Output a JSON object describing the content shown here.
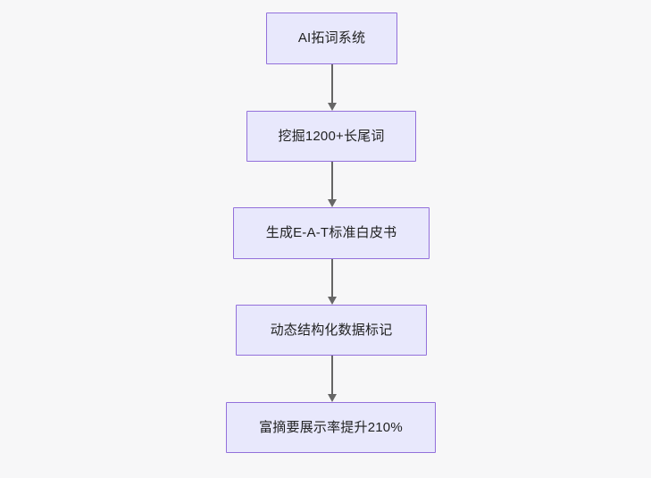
{
  "diagram": {
    "type": "flowchart",
    "direction": "top-to-bottom",
    "background_color": "#f7f7f8",
    "node_fill_color": "#e8e8fc",
    "node_border_color": "#9370db",
    "node_text_color": "#1f2020",
    "edge_color": "#666666",
    "nodes": [
      {
        "id": "n1",
        "label": "AI拓词系统"
      },
      {
        "id": "n2",
        "label": "挖掘1200+长尾词"
      },
      {
        "id": "n3",
        "label": "生成E-A-T标准白皮书"
      },
      {
        "id": "n4",
        "label": "动态结构化数据标记"
      },
      {
        "id": "n5",
        "label": "富摘要展示率提升210%"
      }
    ],
    "edges": [
      {
        "from": "n1",
        "to": "n2",
        "label": ""
      },
      {
        "from": "n2",
        "to": "n3",
        "label": ""
      },
      {
        "from": "n3",
        "to": "n4",
        "label": ""
      },
      {
        "from": "n4",
        "to": "n5",
        "label": ""
      }
    ]
  }
}
